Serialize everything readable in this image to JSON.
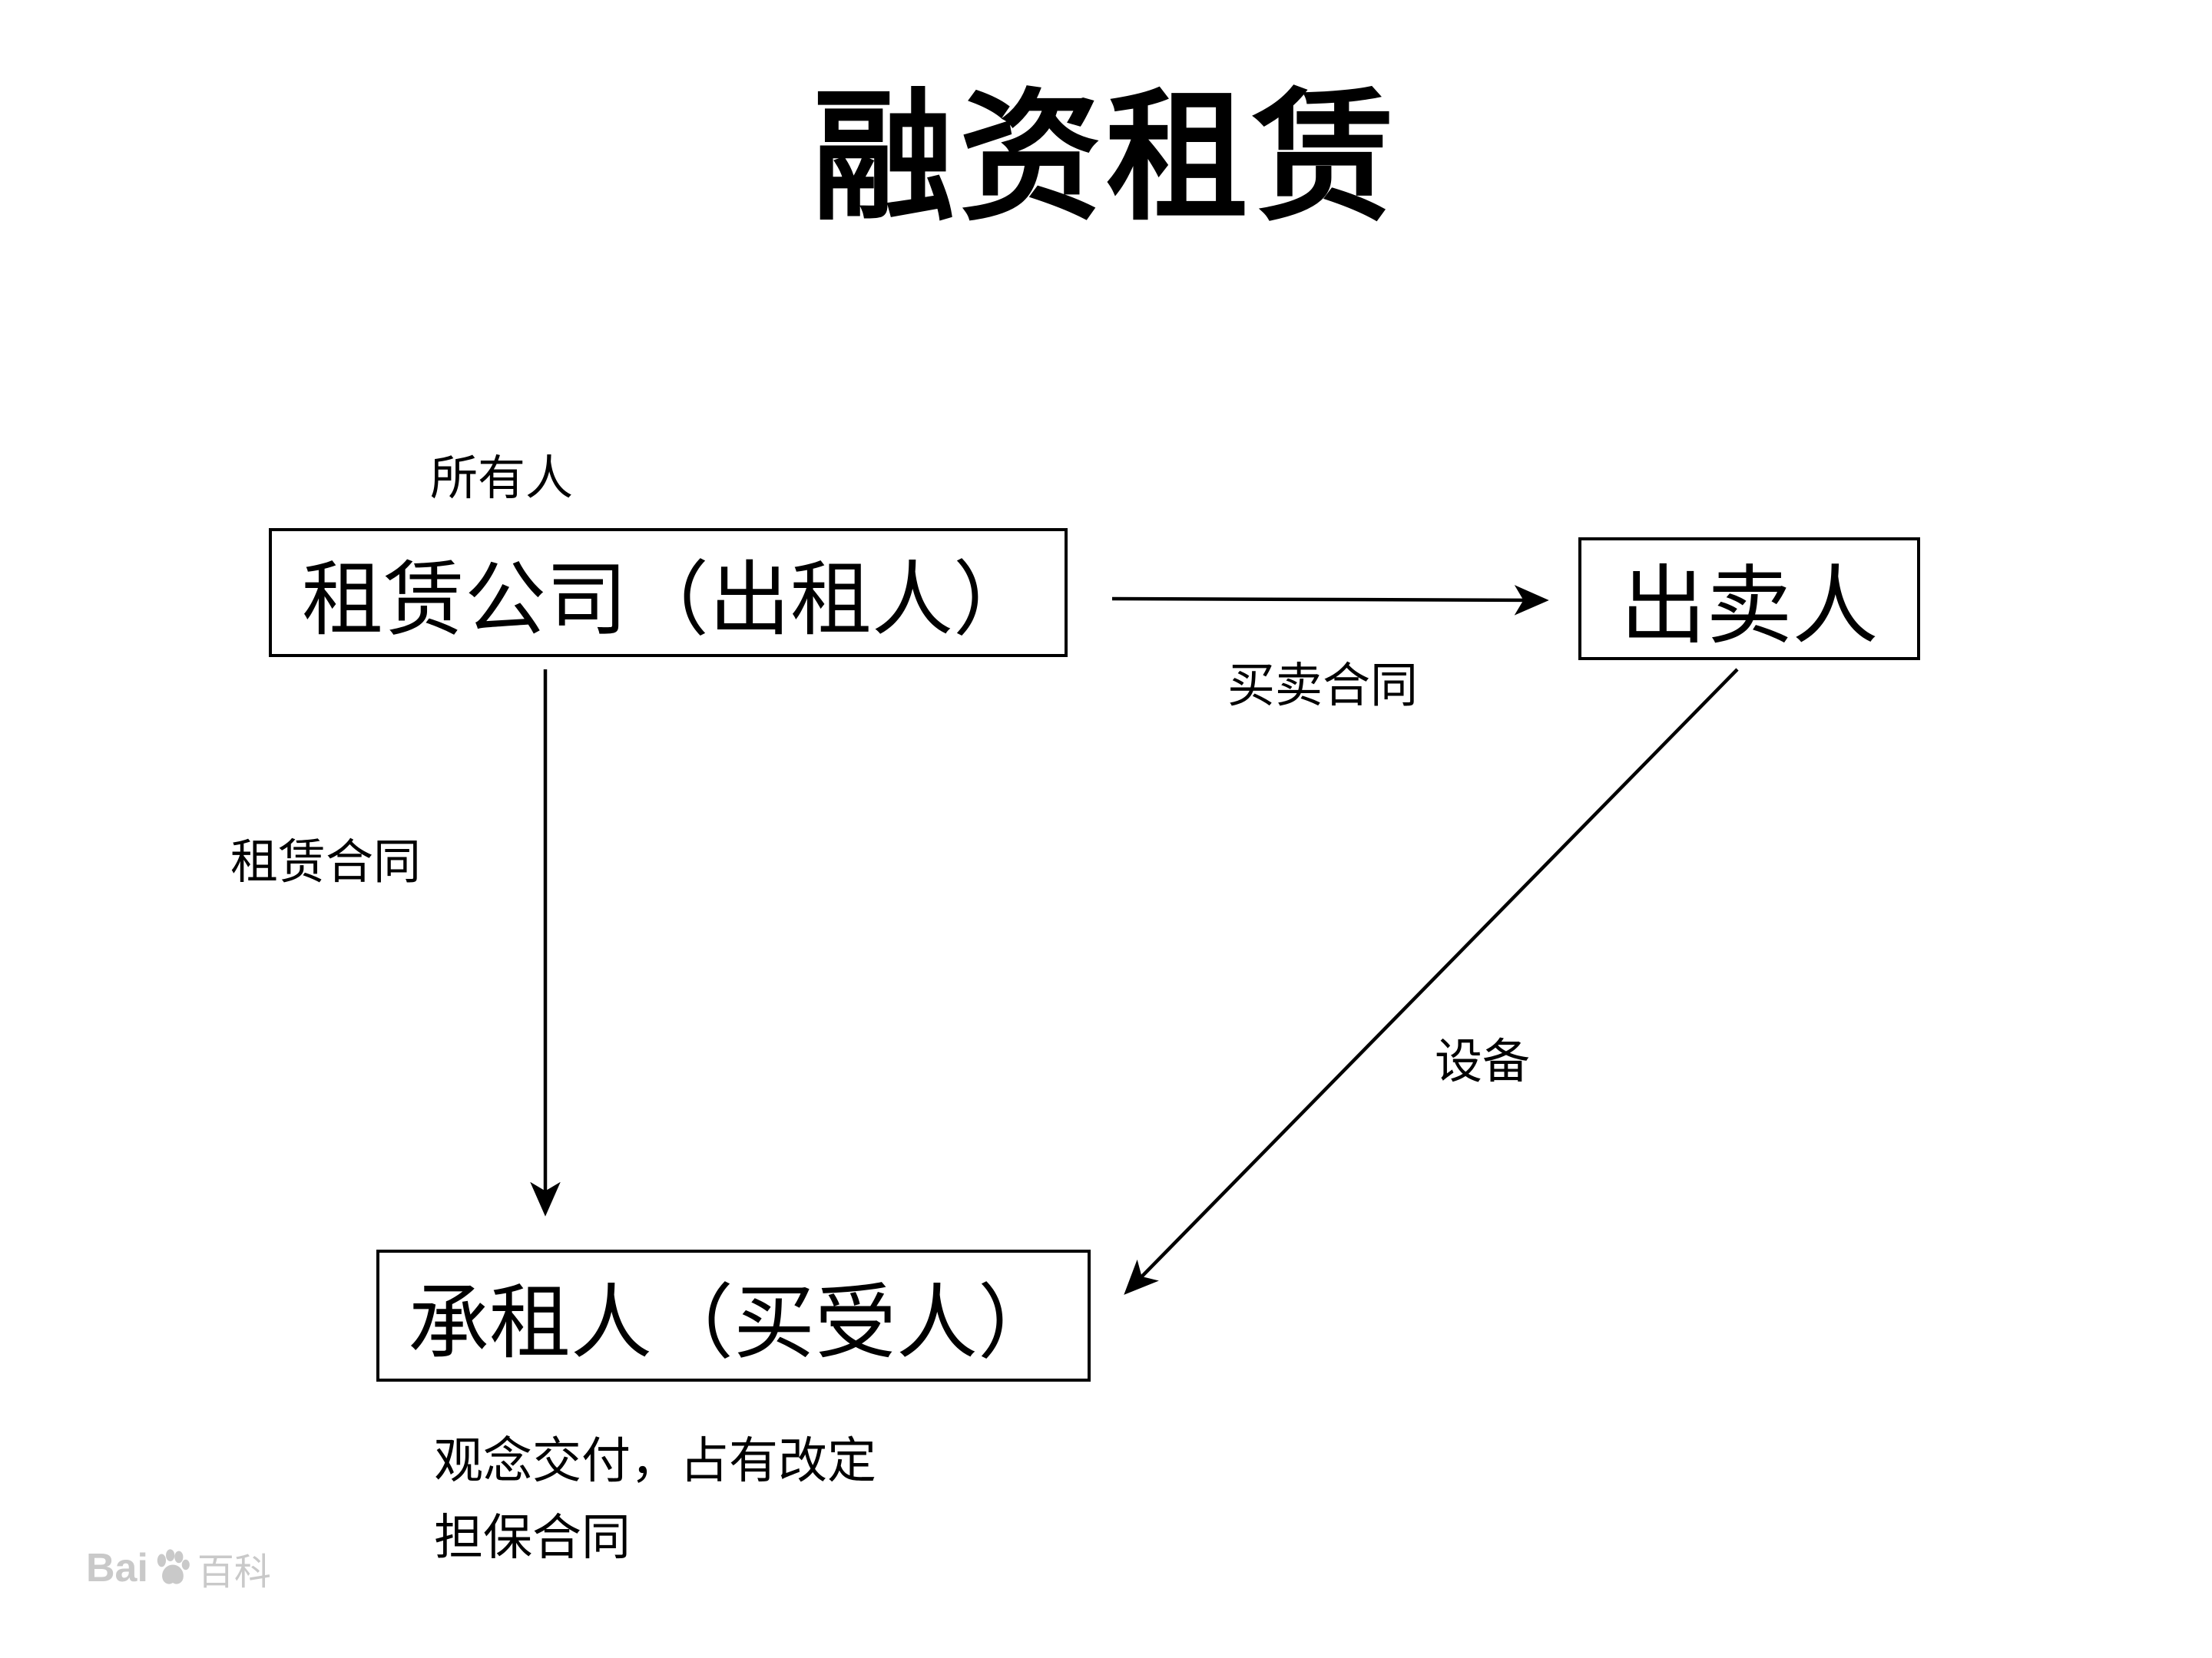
{
  "title": "融资租赁",
  "diagram": {
    "owner_label": "所有人",
    "lessor_box": "租赁公司（出租人）",
    "seller_box": "出卖人",
    "lessee_box": "承租人（买受人）",
    "sale_contract_label": "买卖合同",
    "lease_contract_label": "租赁合同",
    "equipment_label": "设备",
    "note_line1": "观念交付，占有改定",
    "note_line2": "担保合同"
  },
  "watermark": {
    "prefix": "Bai",
    "suffix": "百科"
  },
  "colors": {
    "line": "#000000",
    "background": "#ffffff",
    "watermark": "#c9c9c9"
  }
}
